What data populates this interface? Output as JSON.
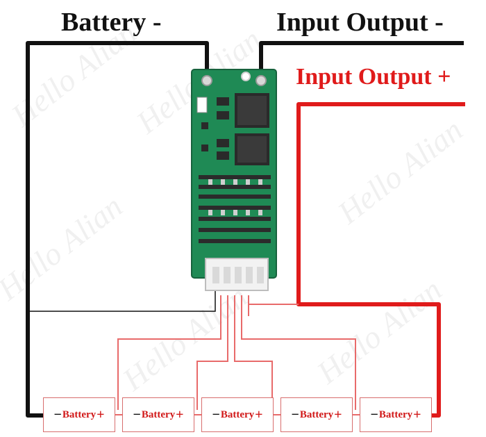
{
  "labels": {
    "battery_negative": "Battery -",
    "input_output_negative": "Input Output -",
    "input_output_positive": "Input Output +"
  },
  "cells": [
    {
      "neg": "−",
      "label": "Battery",
      "pos": "+"
    },
    {
      "neg": "−",
      "label": "Battery",
      "pos": "+"
    },
    {
      "neg": "−",
      "label": "Battery",
      "pos": "+"
    },
    {
      "neg": "−",
      "label": "Battery",
      "pos": "+"
    },
    {
      "neg": "−",
      "label": "Battery",
      "pos": "+"
    }
  ],
  "colors": {
    "negative_wire": "#111111",
    "positive_wire": "#e01b1b",
    "balance_wire": "#e86a6a",
    "pcb": "#1f8a55",
    "pcb_dark": "#17623d"
  },
  "watermark": "Hello Alian"
}
